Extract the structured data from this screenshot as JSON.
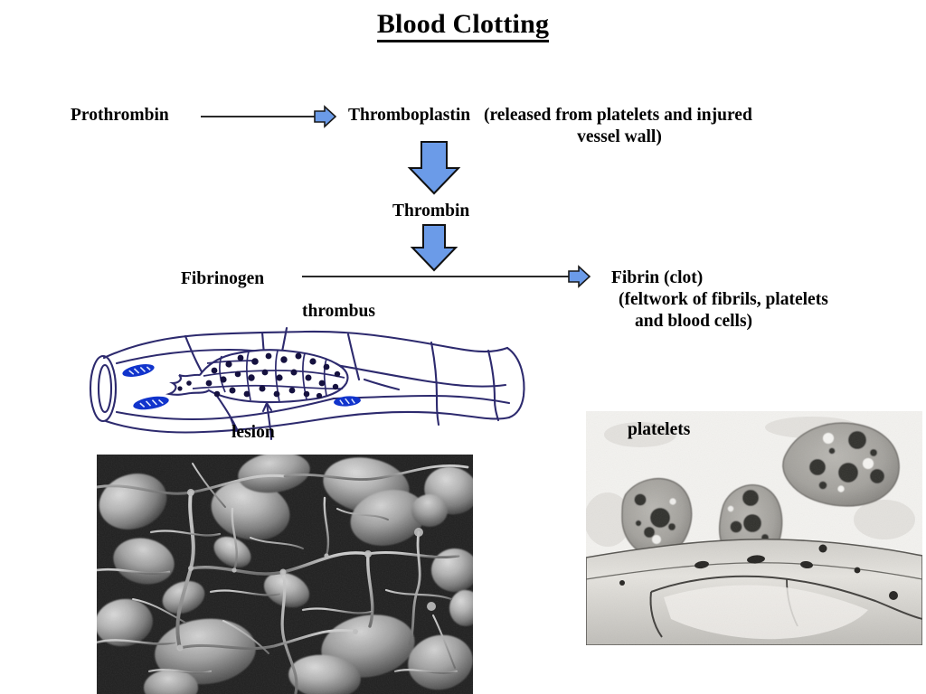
{
  "slide": {
    "title": "Blood Clotting",
    "background_color": "#ffffff",
    "text_color": "#000000",
    "arrow_color": "#6b9be8",
    "arrow_outline_color": "#000000",
    "ink_color": "#2d2a6e",
    "nucleus_color": "#1134cc"
  },
  "flow": {
    "prothrombin": "Prothrombin",
    "thromboplastin": "Thromboplastin",
    "thromboplastin_note_line1": "(released from platelets and injured",
    "thromboplastin_note_line2": "vessel wall)",
    "thrombin": "Thrombin",
    "fibrinogen": "Fibrinogen",
    "fibrin_line1": "Fibrin (clot)",
    "fibrin_line2": "(feltwork of fibrils, platelets",
    "fibrin_line3": "and blood cells)"
  },
  "diagram_labels": {
    "thrombus": "thrombus",
    "lesion": "lesion",
    "platelets": "platelets"
  },
  "figures": {
    "vessel_drawing": "hand-drawn blood vessel with thrombus and lesion",
    "sem_fibrin": "scanning electron micrograph of fibrin meshwork with erythrocytes",
    "tem_platelets": "transmission electron micrograph of three platelets above an endothelial cell"
  }
}
